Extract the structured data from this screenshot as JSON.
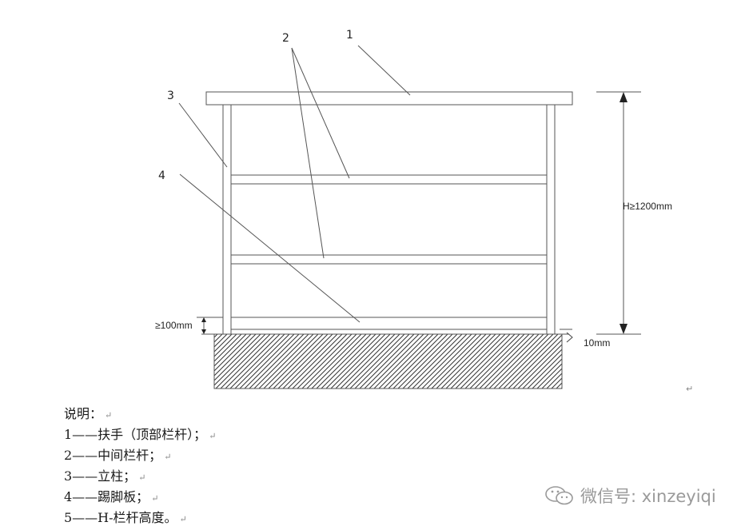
{
  "labels": {
    "n1": "1",
    "n2": "2",
    "n3": "3",
    "n4": "4",
    "height": "H≥1200mm",
    "toe_board": "≥100mm",
    "gap": "10mm"
  },
  "legend": {
    "heading": "说明：",
    "items": [
      "1——扶手（顶部栏杆）；",
      "2——中间栏杆；",
      "3——立柱；",
      "4——踢脚板；",
      "5——H-栏杆高度。"
    ]
  },
  "return_mark": "↵",
  "watermark": "微信号: xinzeyiqi",
  "colors": {
    "stroke": "#555555",
    "hatch": "#333333",
    "watermark": "#9a9a9a"
  }
}
